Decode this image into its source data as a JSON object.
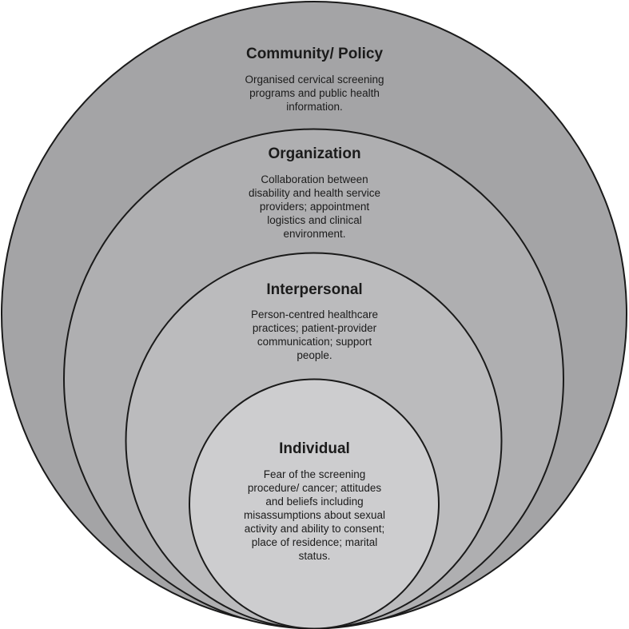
{
  "colors": {
    "ring_outer": "#a4a4a6",
    "ring_organization": "#afafb1",
    "ring_interpersonal": "#bbbbbd",
    "ring_individual": "#cdcdcf",
    "stroke": "#1a1a1a",
    "text": "#1b1b1b"
  },
  "layers": [
    {
      "title": "Community/ Policy",
      "description": [
        "Organised cervical screening",
        "programs and public health",
        "information."
      ]
    },
    {
      "title": "Organization",
      "description": [
        "Collaboration between",
        "disability and health service",
        "providers; appointment",
        "logistics and clinical",
        "environment."
      ]
    },
    {
      "title": "Interpersonal",
      "description": [
        "Person-centred healthcare",
        "practices; patient-provider",
        "communication; support",
        "people."
      ]
    },
    {
      "title": "Individual",
      "description": [
        "Fear of the screening",
        "procedure/ cancer; attitudes",
        "and beliefs including",
        "misassumptions about sexual",
        "activity and ability to consent;",
        "place of residence; marital",
        "status."
      ]
    }
  ]
}
